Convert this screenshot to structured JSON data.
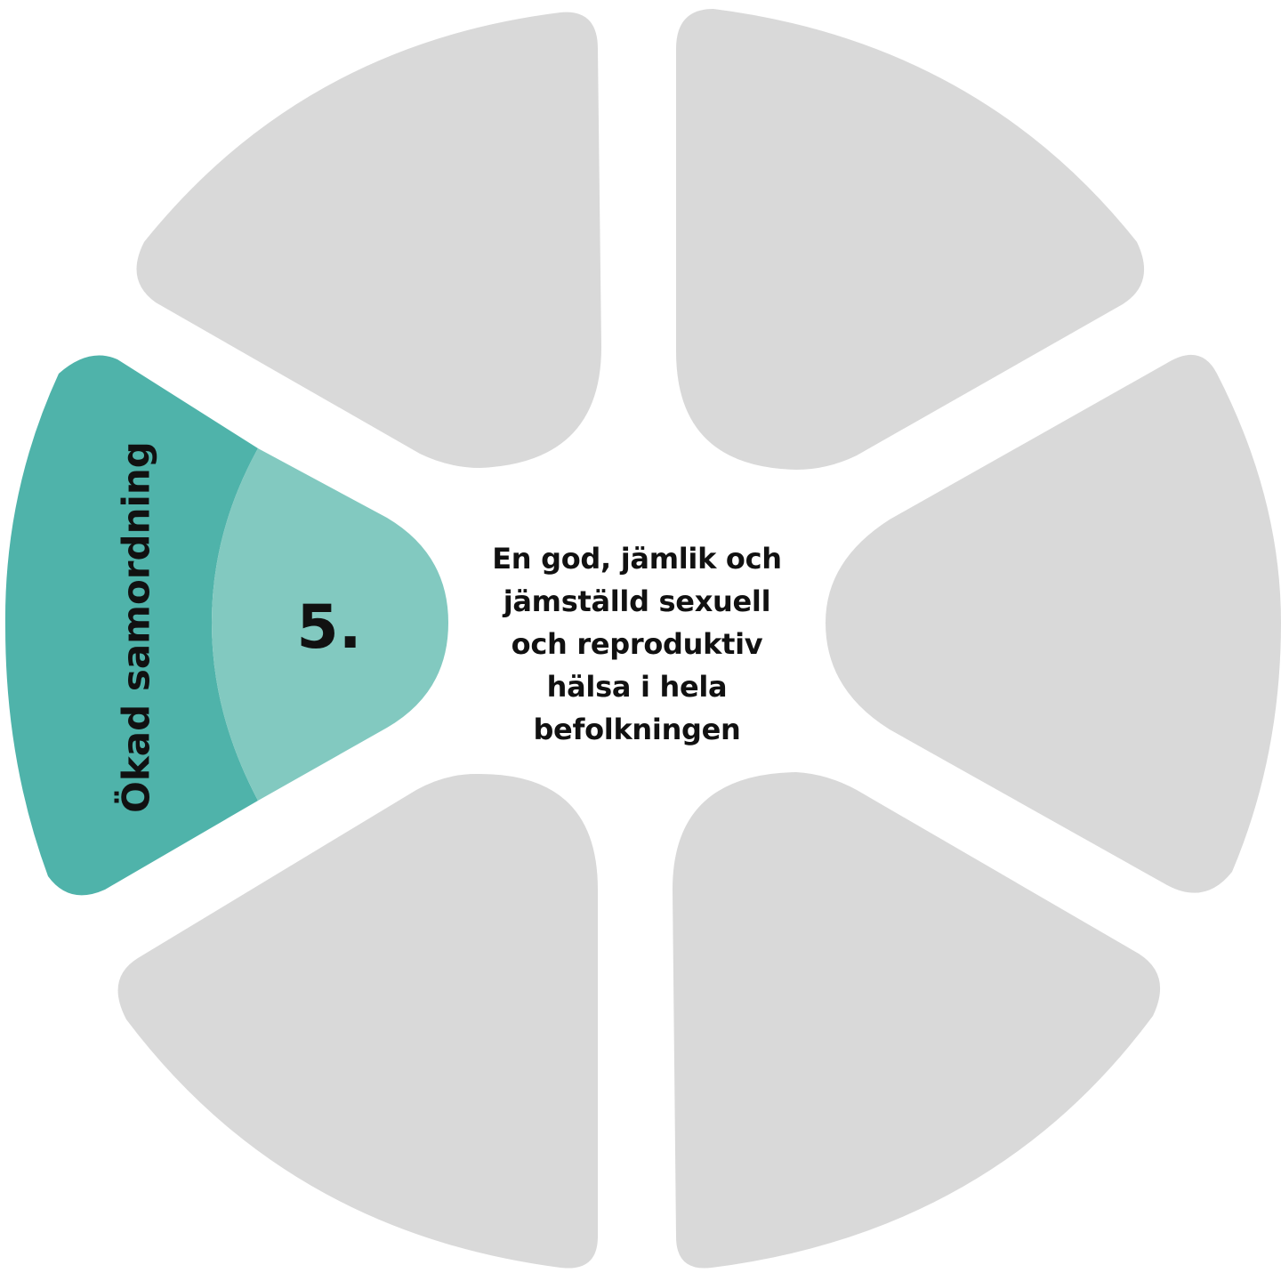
{
  "diagram": {
    "center_text": "En god, jämlik och jämställd sexuell och reproduktiv hälsa i hela befolkningen",
    "segments": [
      {
        "id": "top-left",
        "active": false,
        "number": "",
        "label": ""
      },
      {
        "id": "top-right",
        "active": false,
        "number": "",
        "label": ""
      },
      {
        "id": "right",
        "active": false,
        "number": "",
        "label": ""
      },
      {
        "id": "bottom-right",
        "active": false,
        "number": "",
        "label": ""
      },
      {
        "id": "bottom-left",
        "active": false,
        "number": "",
        "label": ""
      },
      {
        "id": "left",
        "active": true,
        "number": "5.",
        "label": "Ökad samordning"
      }
    ],
    "colors": {
      "inactive": "#d9d9d9",
      "active_outer": "#4fb3aa",
      "active_inner": "#82c9c0",
      "text": "#111111",
      "background": "#ffffff"
    }
  }
}
